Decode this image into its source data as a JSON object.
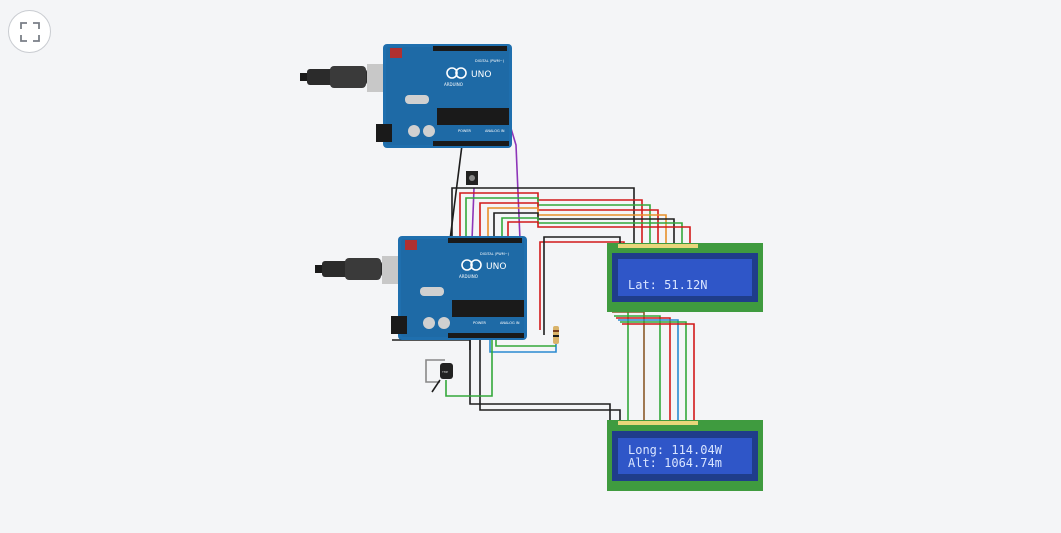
{
  "toolbar": {
    "fit_icon": "fit-view-icon"
  },
  "board1": {
    "brand": "ARDUINO",
    "model": "UNO",
    "digital_label": "DIGITAL (PWM~)",
    "power_label": "POWER",
    "analog_label": "ANALOG IN",
    "icon": "arduino-logo-icon"
  },
  "board2": {
    "brand": "ARDUINO",
    "model": "UNO",
    "digital_label": "DIGITAL (PWM~)",
    "power_label": "POWER",
    "analog_label": "ANALOG IN",
    "icon": "arduino-logo-icon"
  },
  "lcd1": {
    "line1": "Lat: 51.12N",
    "line2": ""
  },
  "lcd2": {
    "line1": "Long: 114.04W",
    "line2": "Alt: 1064.74m"
  },
  "colors": {
    "board": "#1f6fae",
    "board_dark": "#165a91",
    "lcd_pcb": "#3f9b3f",
    "lcd_screen": "#2f56c8",
    "lcd_text": "#d8e4ff",
    "wire_black": "#1e1e1e",
    "wire_red": "#d21a1a",
    "wire_green": "#33a83a",
    "wire_orange": "#e8902a",
    "wire_purple": "#8d35b8",
    "wire_blue": "#2a8ad0",
    "wire_brown": "#8a5a2a",
    "wire_grey": "#888888"
  }
}
